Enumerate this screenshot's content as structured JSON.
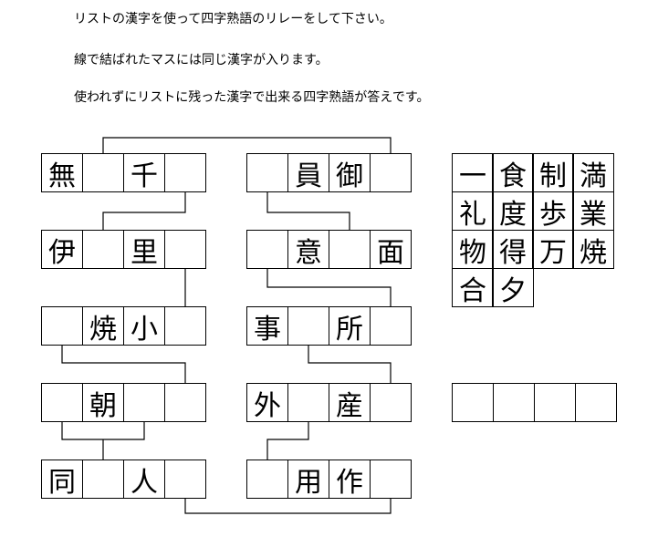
{
  "instructions": [
    "リストの漢字を使って四字熟語のリレーをして下さい。",
    "線で結ばれたマスには同じ漢字が入ります。",
    "使われずにリストに残った漢字で出来る四字熟語が答えです。"
  ],
  "left_rows": [
    [
      "無",
      "",
      "千",
      ""
    ],
    [
      "伊",
      "",
      "里",
      ""
    ],
    [
      "",
      "焼",
      "小",
      ""
    ],
    [
      "",
      "朝",
      "",
      ""
    ],
    [
      "同",
      "",
      "人",
      ""
    ]
  ],
  "right_rows": [
    [
      "",
      "員",
      "御",
      ""
    ],
    [
      "",
      "意",
      "",
      "面"
    ],
    [
      "事",
      "",
      "所",
      ""
    ],
    [
      "外",
      "",
      "産",
      ""
    ],
    [
      "",
      "用",
      "作",
      ""
    ]
  ],
  "kanji_list": [
    "一",
    "食",
    "制",
    "満",
    "礼",
    "度",
    "歩",
    "業",
    "物",
    "得",
    "万",
    "焼",
    "合",
    "夕"
  ],
  "answer_cells": [
    "",
    "",
    "",
    ""
  ]
}
